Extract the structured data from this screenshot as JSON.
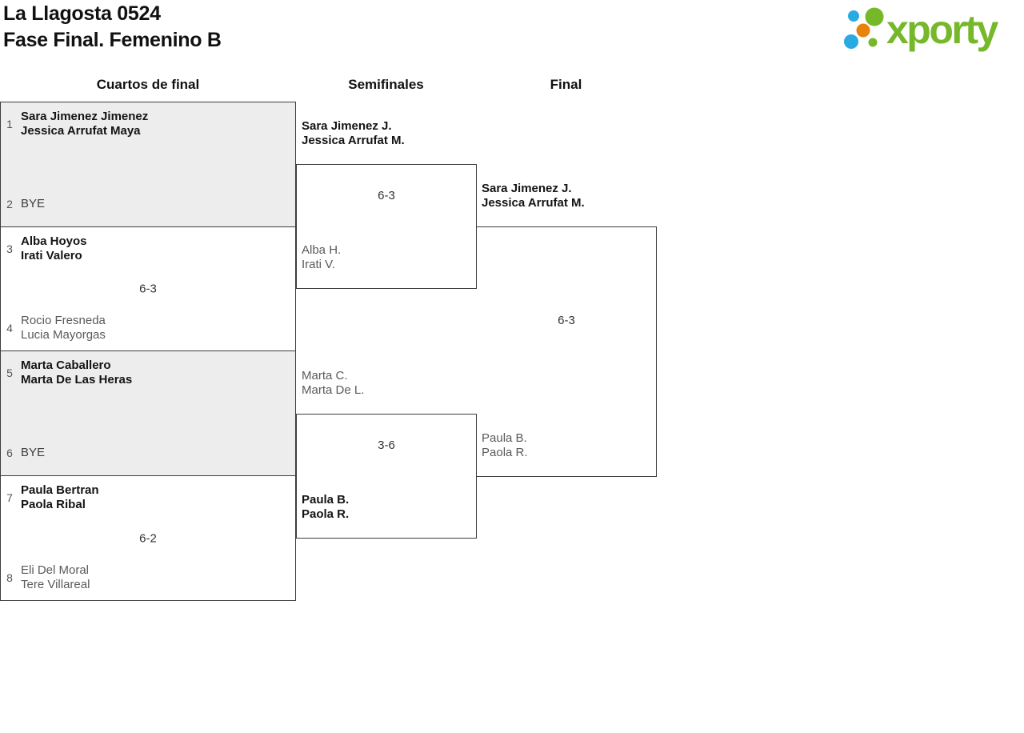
{
  "header": {
    "title_line1": "La Llagosta 0524",
    "title_line2": "Fase Final. Femenino B",
    "logo_text": "xporty"
  },
  "round_headers": [
    "Cuartos de final",
    "Semifinales",
    "Final"
  ],
  "bracket": {
    "quarterfinals": [
      {
        "seed_top": "1",
        "team_top_line1": "Sara Jimenez Jimenez",
        "team_top_line2": "Jessica Arrufat Maya",
        "seed_bottom": "2",
        "team_bottom_line1": "BYE",
        "team_bottom_line2": "",
        "score": ""
      },
      {
        "seed_top": "3",
        "team_top_line1": "Alba Hoyos",
        "team_top_line2": "Irati Valero",
        "seed_bottom": "4",
        "team_bottom_line1": "Rocio Fresneda",
        "team_bottom_line2": "Lucia Mayorgas",
        "score": "6-3"
      },
      {
        "seed_top": "5",
        "team_top_line1": "Marta Caballero",
        "team_top_line2": "Marta De Las Heras",
        "seed_bottom": "6",
        "team_bottom_line1": "BYE",
        "team_bottom_line2": "",
        "score": ""
      },
      {
        "seed_top": "7",
        "team_top_line1": "Paula Bertran",
        "team_top_line2": "Paola Ribal",
        "seed_bottom": "8",
        "team_bottom_line1": "Eli Del Moral",
        "team_bottom_line2": "Tere Villareal",
        "score": "6-2"
      }
    ],
    "semifinals": [
      {
        "team_top_line1": "Sara Jimenez J.",
        "team_top_line2": "Jessica Arrufat M.",
        "team_bottom_line1": "Alba H.",
        "team_bottom_line2": "Irati V.",
        "score": "6-3"
      },
      {
        "team_top_line1": "Marta C.",
        "team_top_line2": "Marta De L.",
        "team_bottom_line1": "Paula B.",
        "team_bottom_line2": "Paola R.",
        "score": "3-6"
      }
    ],
    "final": {
      "team_top_line1": "Sara Jimenez J.",
      "team_top_line2": "Jessica Arrufat M.",
      "team_bottom_line1": "Paula B.",
      "team_bottom_line2": "Paola R.",
      "score": "6-3"
    }
  },
  "colors": {
    "logo_green": "#76b82a",
    "logo_blue": "#29abe2",
    "logo_orange": "#e8820d",
    "shaded_box": "#ededed",
    "border": "#3d3d3d",
    "winner_text": "#141414",
    "loser_text": "#5a5a5a"
  }
}
